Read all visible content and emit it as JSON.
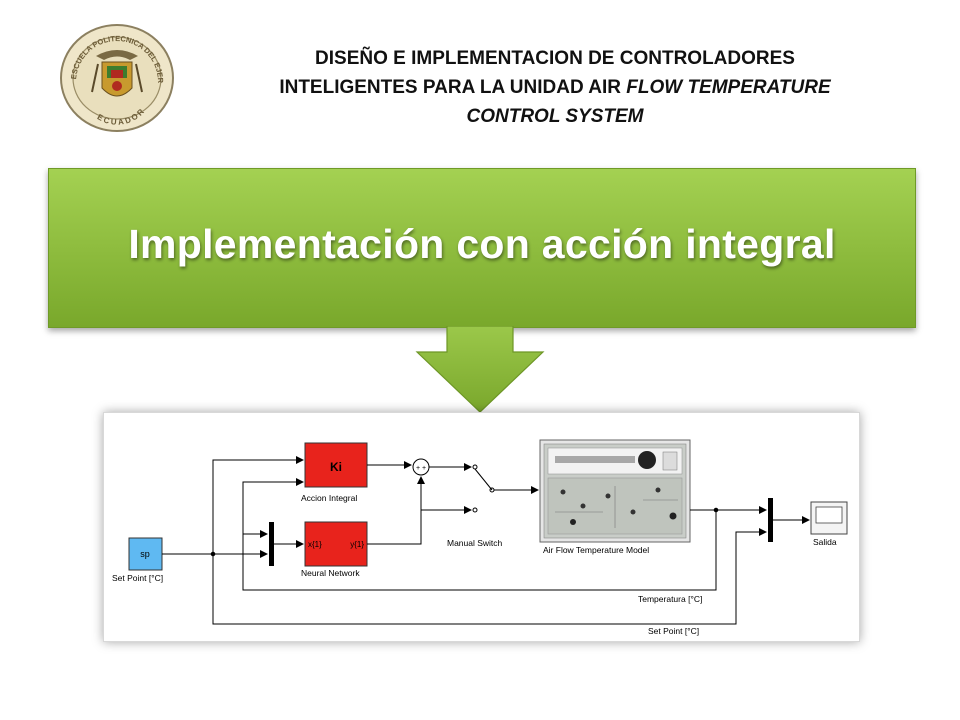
{
  "header": {
    "title_line1": "DISEÑO E IMPLEMENTACION DE CONTROLADORES",
    "title_line2_normal": "INTELIGENTES PARA LA UNIDAD AIR ",
    "title_line2_italic": "FLOW TEMPERATURE",
    "title_line3_italic": "CONTROL SYSTEM",
    "logo_text_top": "ESCUELA POLITECNICA DEL EJERCITO",
    "logo_text_bottom": "ECUADOR"
  },
  "banner": {
    "text": "Implementación con acción integral"
  },
  "diagram": {
    "blocks": {
      "setpoint": {
        "inner": "sp",
        "caption": "Set Point [°C]"
      },
      "ki": {
        "inner": "Ki",
        "caption": "Accion Integral"
      },
      "nn": {
        "in_port": "x{1}",
        "out_port": "y{1}",
        "caption": "Neural Network"
      },
      "switch": {
        "caption": "Manual Switch"
      },
      "plant": {
        "caption": "Air Flow Temperature Model"
      },
      "scope": {
        "caption": "Salida"
      },
      "sum": {
        "signs": "+ +"
      }
    },
    "signals": {
      "temperature": "Temperatura [°C]",
      "setpoint": "Set Point [°C]"
    }
  },
  "colors": {
    "banner_top": "#a4d152",
    "banner_bottom": "#79a82b",
    "block_red": "#e8231c",
    "block_blue": "#5fb9f2"
  }
}
